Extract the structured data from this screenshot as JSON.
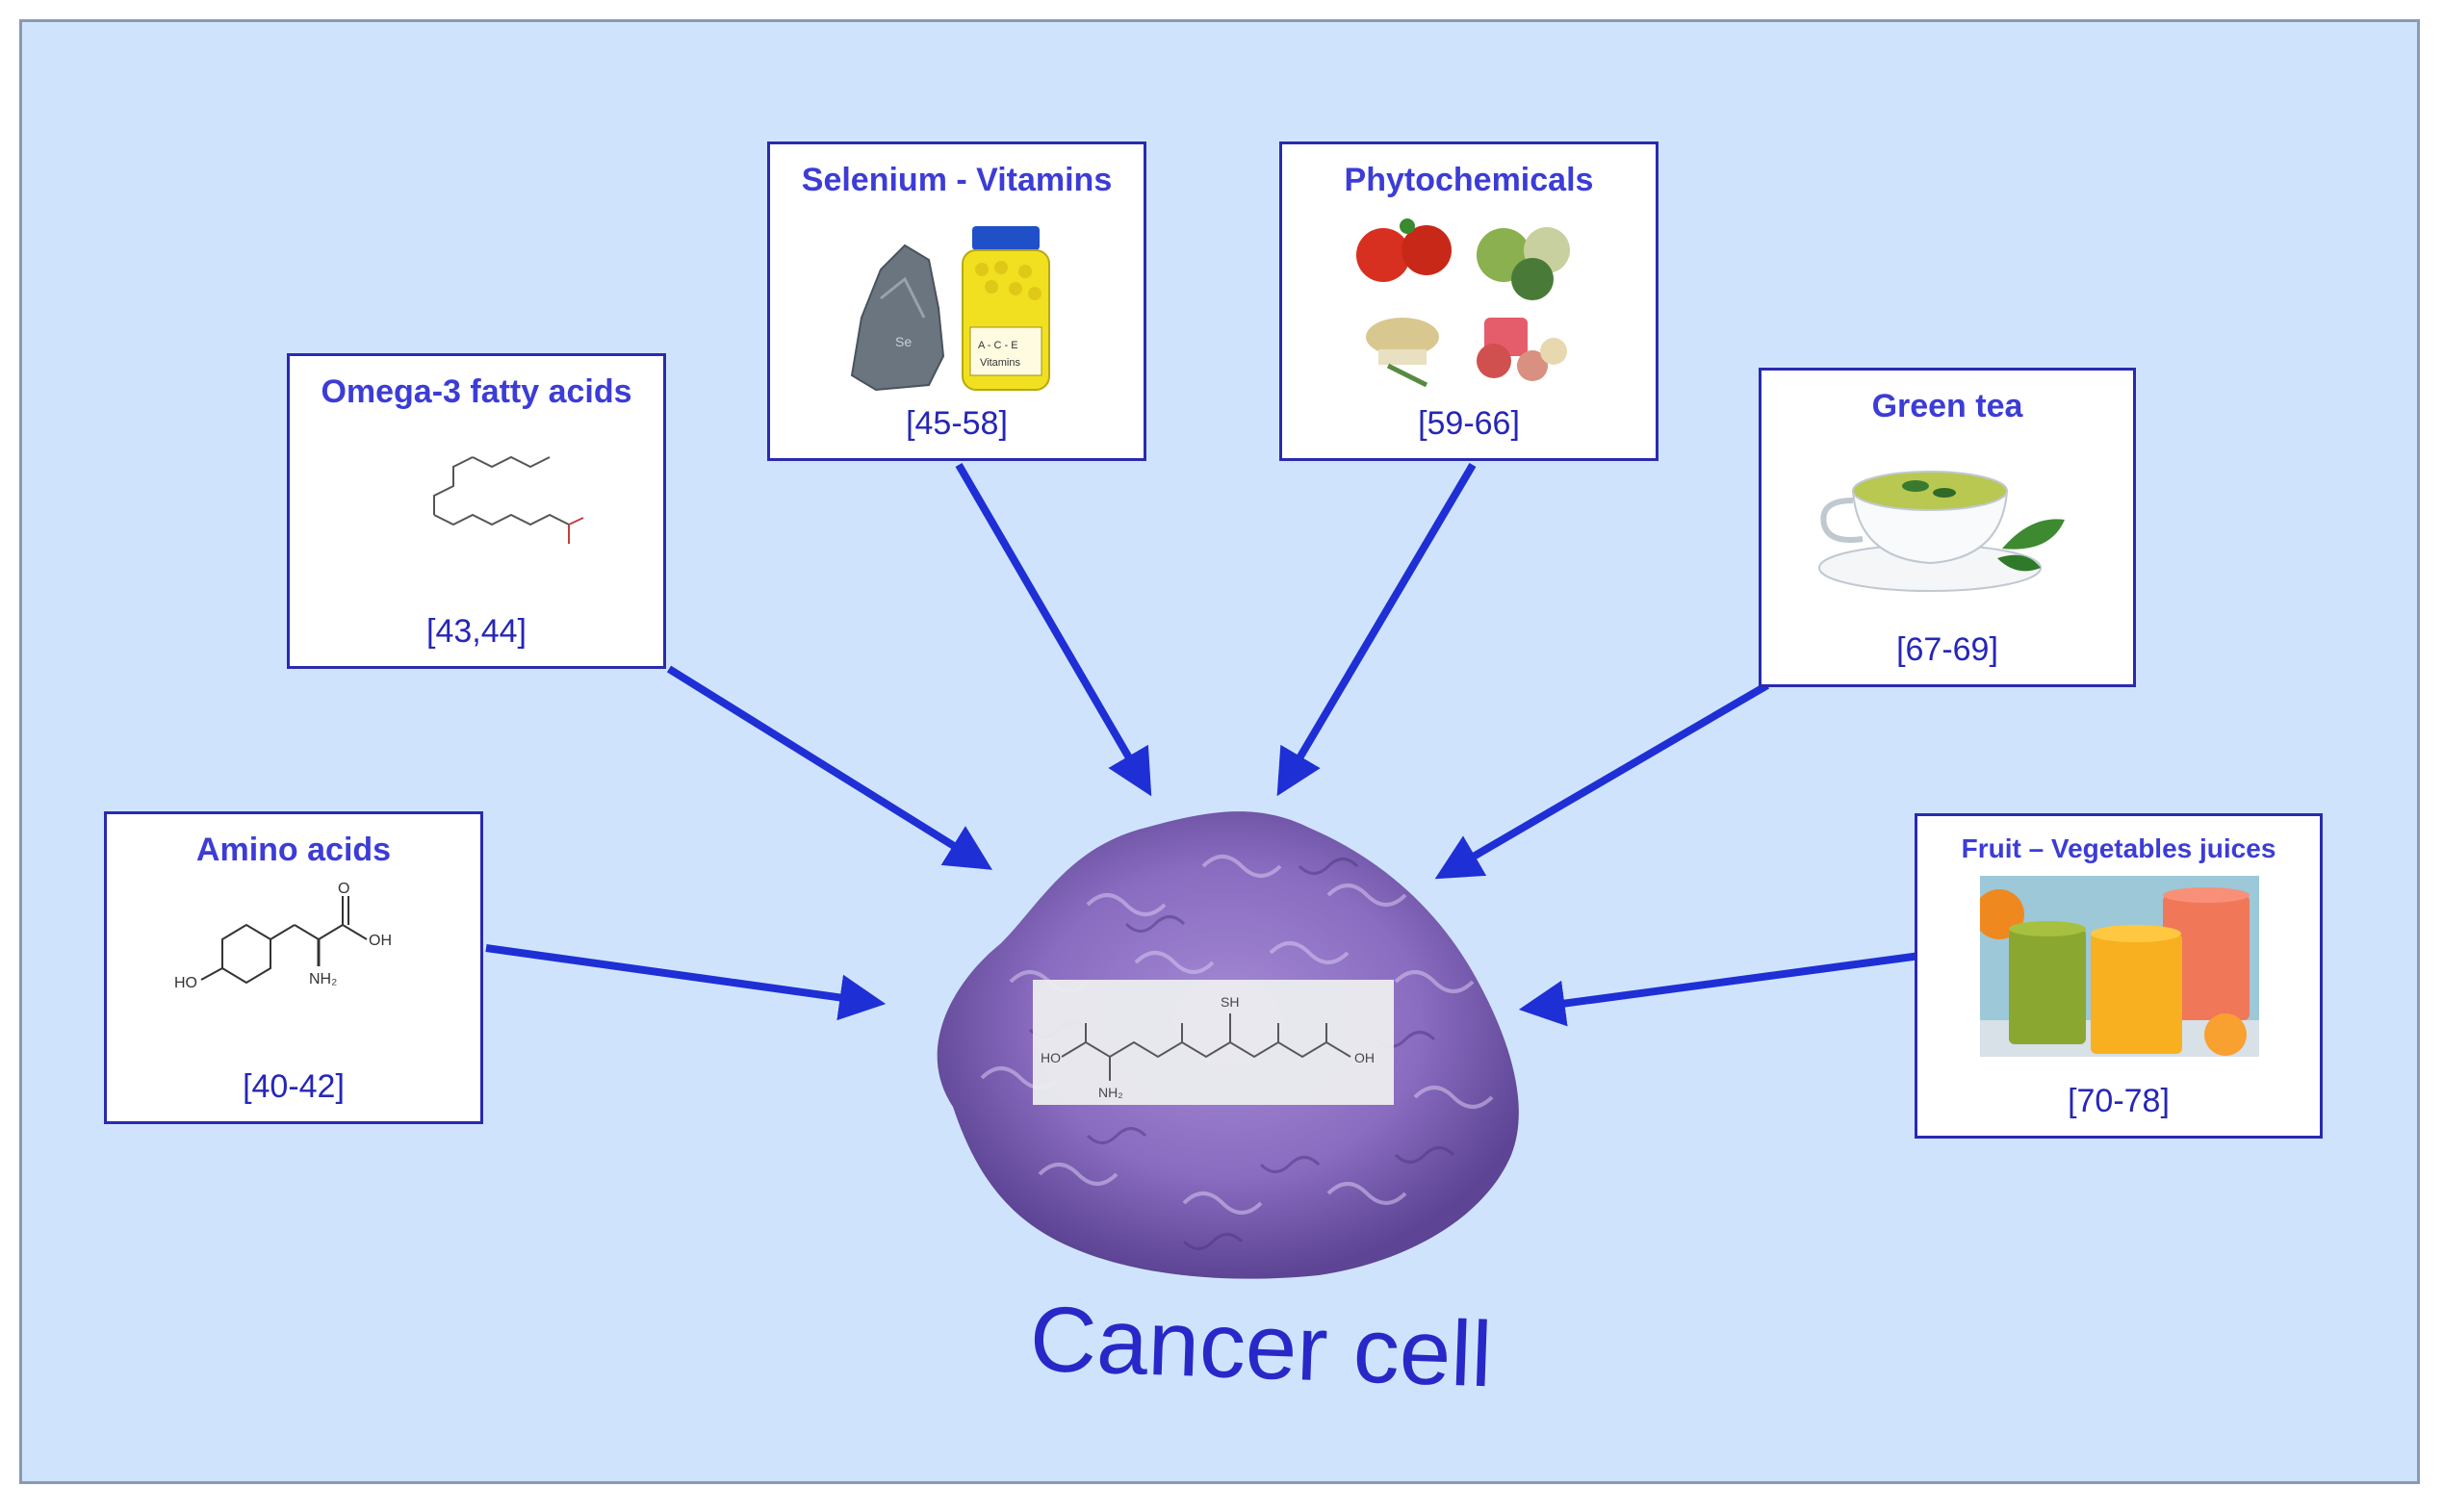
{
  "cells": {
    "amino": {
      "title": "Amino acids",
      "ref": "[40-42]",
      "icon": "tyrosine-structure-icon",
      "mol": {
        "o": "O",
        "oh": "OH",
        "ho": "HO",
        "nh2": "NH₂"
      }
    },
    "omega": {
      "title": "Omega-3 fatty acids",
      "ref": "[43,44]",
      "icon": "fatty-acid-structure-icon"
    },
    "selenium": {
      "title": "Selenium - Vitamins",
      "ref": "[45-58]",
      "icon": "selenium-rock-and-vitamin-bottle-icon",
      "rock_label": "Se",
      "bottle_label_1": "A - C - E",
      "bottle_label_2": "Vitamins"
    },
    "phyto": {
      "title": "Phytochemicals",
      "ref": "[59-66]",
      "icon": "fruits-vegetables-icon"
    },
    "greentea": {
      "title": "Green tea",
      "ref": "[67-69]",
      "icon": "tea-cup-icon"
    },
    "juices": {
      "title": "Fruit – Vegetables juices",
      "ref": "[70-78]",
      "icon": "juice-glasses-icon"
    }
  },
  "center": {
    "label": "Cancer cell",
    "icon": "cancer-cell-icon",
    "molecule": {
      "icon": "glutathione-structure-icon",
      "sh": "SH",
      "ho": "HO",
      "nh2": "NH₂",
      "oh": "OH"
    }
  },
  "colors": {
    "background": "#cfe4fc",
    "box_border": "#2a2ab0",
    "title_text": "#3c3cd6",
    "arrow": "#1f2fd6",
    "cell": "#8a6cc0"
  }
}
